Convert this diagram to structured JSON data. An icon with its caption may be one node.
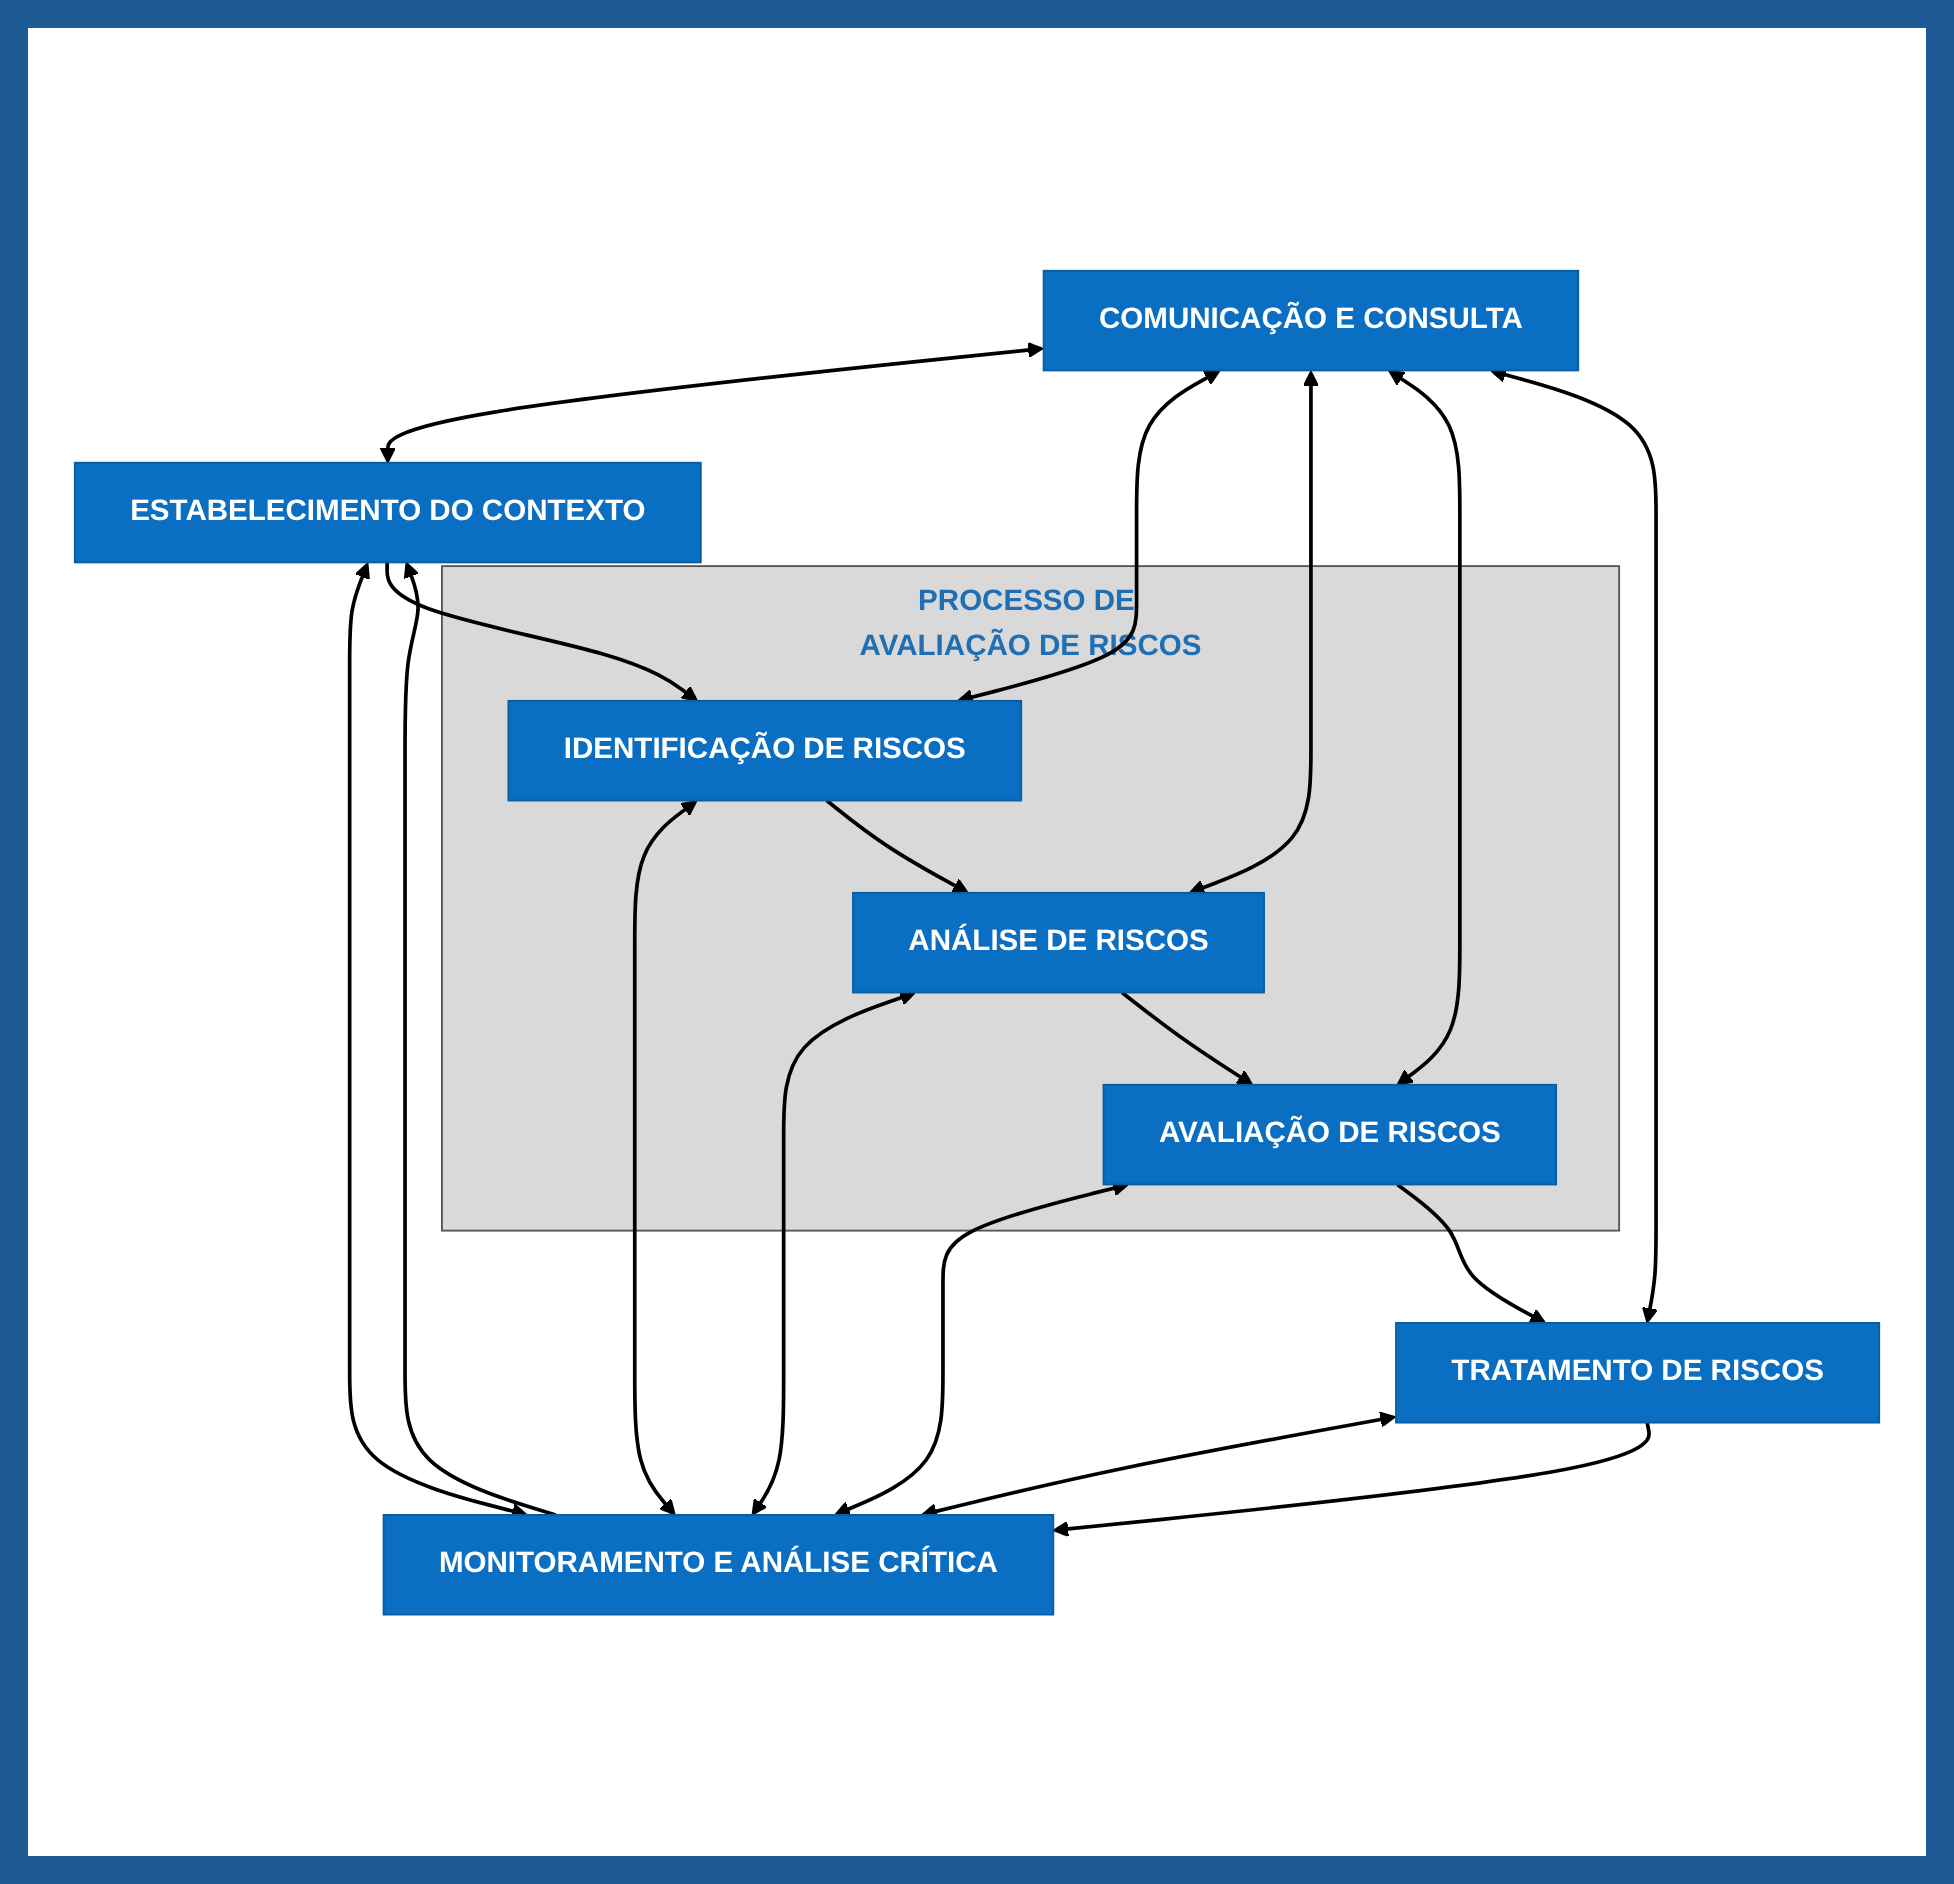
{
  "diagram": {
    "nodes": [
      {
        "text": [
          "COMUNICAÇÃO E CONSULTA"
        ]
      },
      {
        "text": [
          "ESTABELECIMENTO DO CONTEXTO"
        ]
      },
      {
        "text": [
          "PROCESSO DE AVALIAÇÃO DE RISCOS"
        ]
      },
      {
        "text": [
          "IDENTIFICAÇÃO DE RISCOS"
        ],
        "in": 2
      },
      {
        "text": [
          "ANÁLISE DE RISCOS"
        ],
        "in": 2
      },
      {
        "text": [
          "AVALIAÇÃO DE RISCOS"
        ],
        "in": 2
      },
      {
        "text": [
          "TRATAMENTO DE RISCOS"
        ]
      },
      {
        "text": [
          "MONITORAMENTO E ANÁLISE CRÍTICA"
        ]
      }
    ],
    "edges": [
      {
        "from": 0,
        "to": 1,
        "arrow": "both"
      },
      {
        "from": 1,
        "to": 7,
        "arrow": "both"
      },
      {
        "from": 1,
        "to": 3,
        "arrow": "to"
      },
      {
        "from": 0,
        "to": 3,
        "arrow": "both"
      },
      {
        "from": 3,
        "to": 7,
        "arrow": "both"
      },
      {
        "from": 3,
        "to": 4,
        "arrow": "to"
      },
      {
        "from": 0,
        "to": 4,
        "arrow": "both"
      },
      {
        "from": 4,
        "to": 7,
        "arrow": "both"
      },
      {
        "from": 4,
        "to": 5,
        "arrow": "to"
      },
      {
        "from": 0,
        "to": 5,
        "arrow": "both"
      },
      {
        "from": 5,
        "to": 7,
        "arrow": "both"
      },
      {
        "from": 5,
        "to": 6,
        "arrow": "to"
      },
      {
        "from": 0,
        "to": 6,
        "arrow": "both"
      },
      {
        "from": 6,
        "to": 7,
        "arrow": "both"
      },
      {
        "from": 6,
        "to": 7,
        "arrow": "to"
      },
      {
        "from": 7,
        "to": 1,
        "arrow": "to"
      }
    ]
  }
}
